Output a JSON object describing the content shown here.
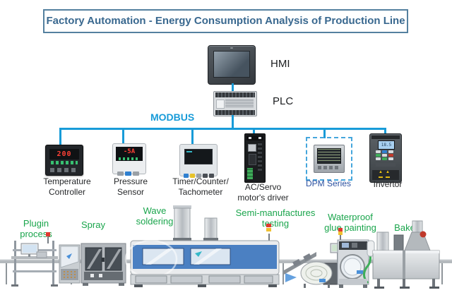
{
  "title": "Factory Automation - Energy Consumption Analysis of Production Line",
  "colors": {
    "bus_blue": "#189bd8",
    "title_blue": "#39688f",
    "label_green": "#1aa54c",
    "dpm_label_blue": "#2b50a0"
  },
  "network": {
    "hmi": {
      "label": "HMI"
    },
    "plc": {
      "label": "PLC"
    },
    "bus": {
      "label": "MODBUS"
    },
    "devices": [
      {
        "name": "temperature-controller",
        "line1": "Temperature",
        "line2": "Controller",
        "display": "200"
      },
      {
        "name": "pressure-sensor",
        "line1": "Pressure",
        "line2": "Sensor",
        "display": "-5A"
      },
      {
        "name": "timer-counter-tachometer",
        "line1": "Timer/Counter/",
        "line2": "Tachometer"
      },
      {
        "name": "ac-servo-motor-driver",
        "line1": "AC/Servo",
        "line2": "motor's driver"
      },
      {
        "name": "dpm-series",
        "line1": "DPM Series",
        "line2": "",
        "highlighted": true
      },
      {
        "name": "invertor",
        "line1": "Invertor",
        "line2": ""
      }
    ]
  },
  "production_line": {
    "stations": [
      {
        "name": "plugin-process",
        "line1": "Plugin",
        "line2": "process"
      },
      {
        "name": "spray",
        "line1": "Spray",
        "line2": ""
      },
      {
        "name": "wave-soldering",
        "line1": "Wave",
        "line2": "soldering"
      },
      {
        "name": "semi-manufactures-testing",
        "line1": "Semi-manufactures",
        "line2": "testing"
      },
      {
        "name": "waterproof-glue-painting",
        "line1": "Waterproof",
        "line2": "glue painting"
      },
      {
        "name": "bake",
        "line1": "Bake",
        "line2": ""
      }
    ]
  }
}
